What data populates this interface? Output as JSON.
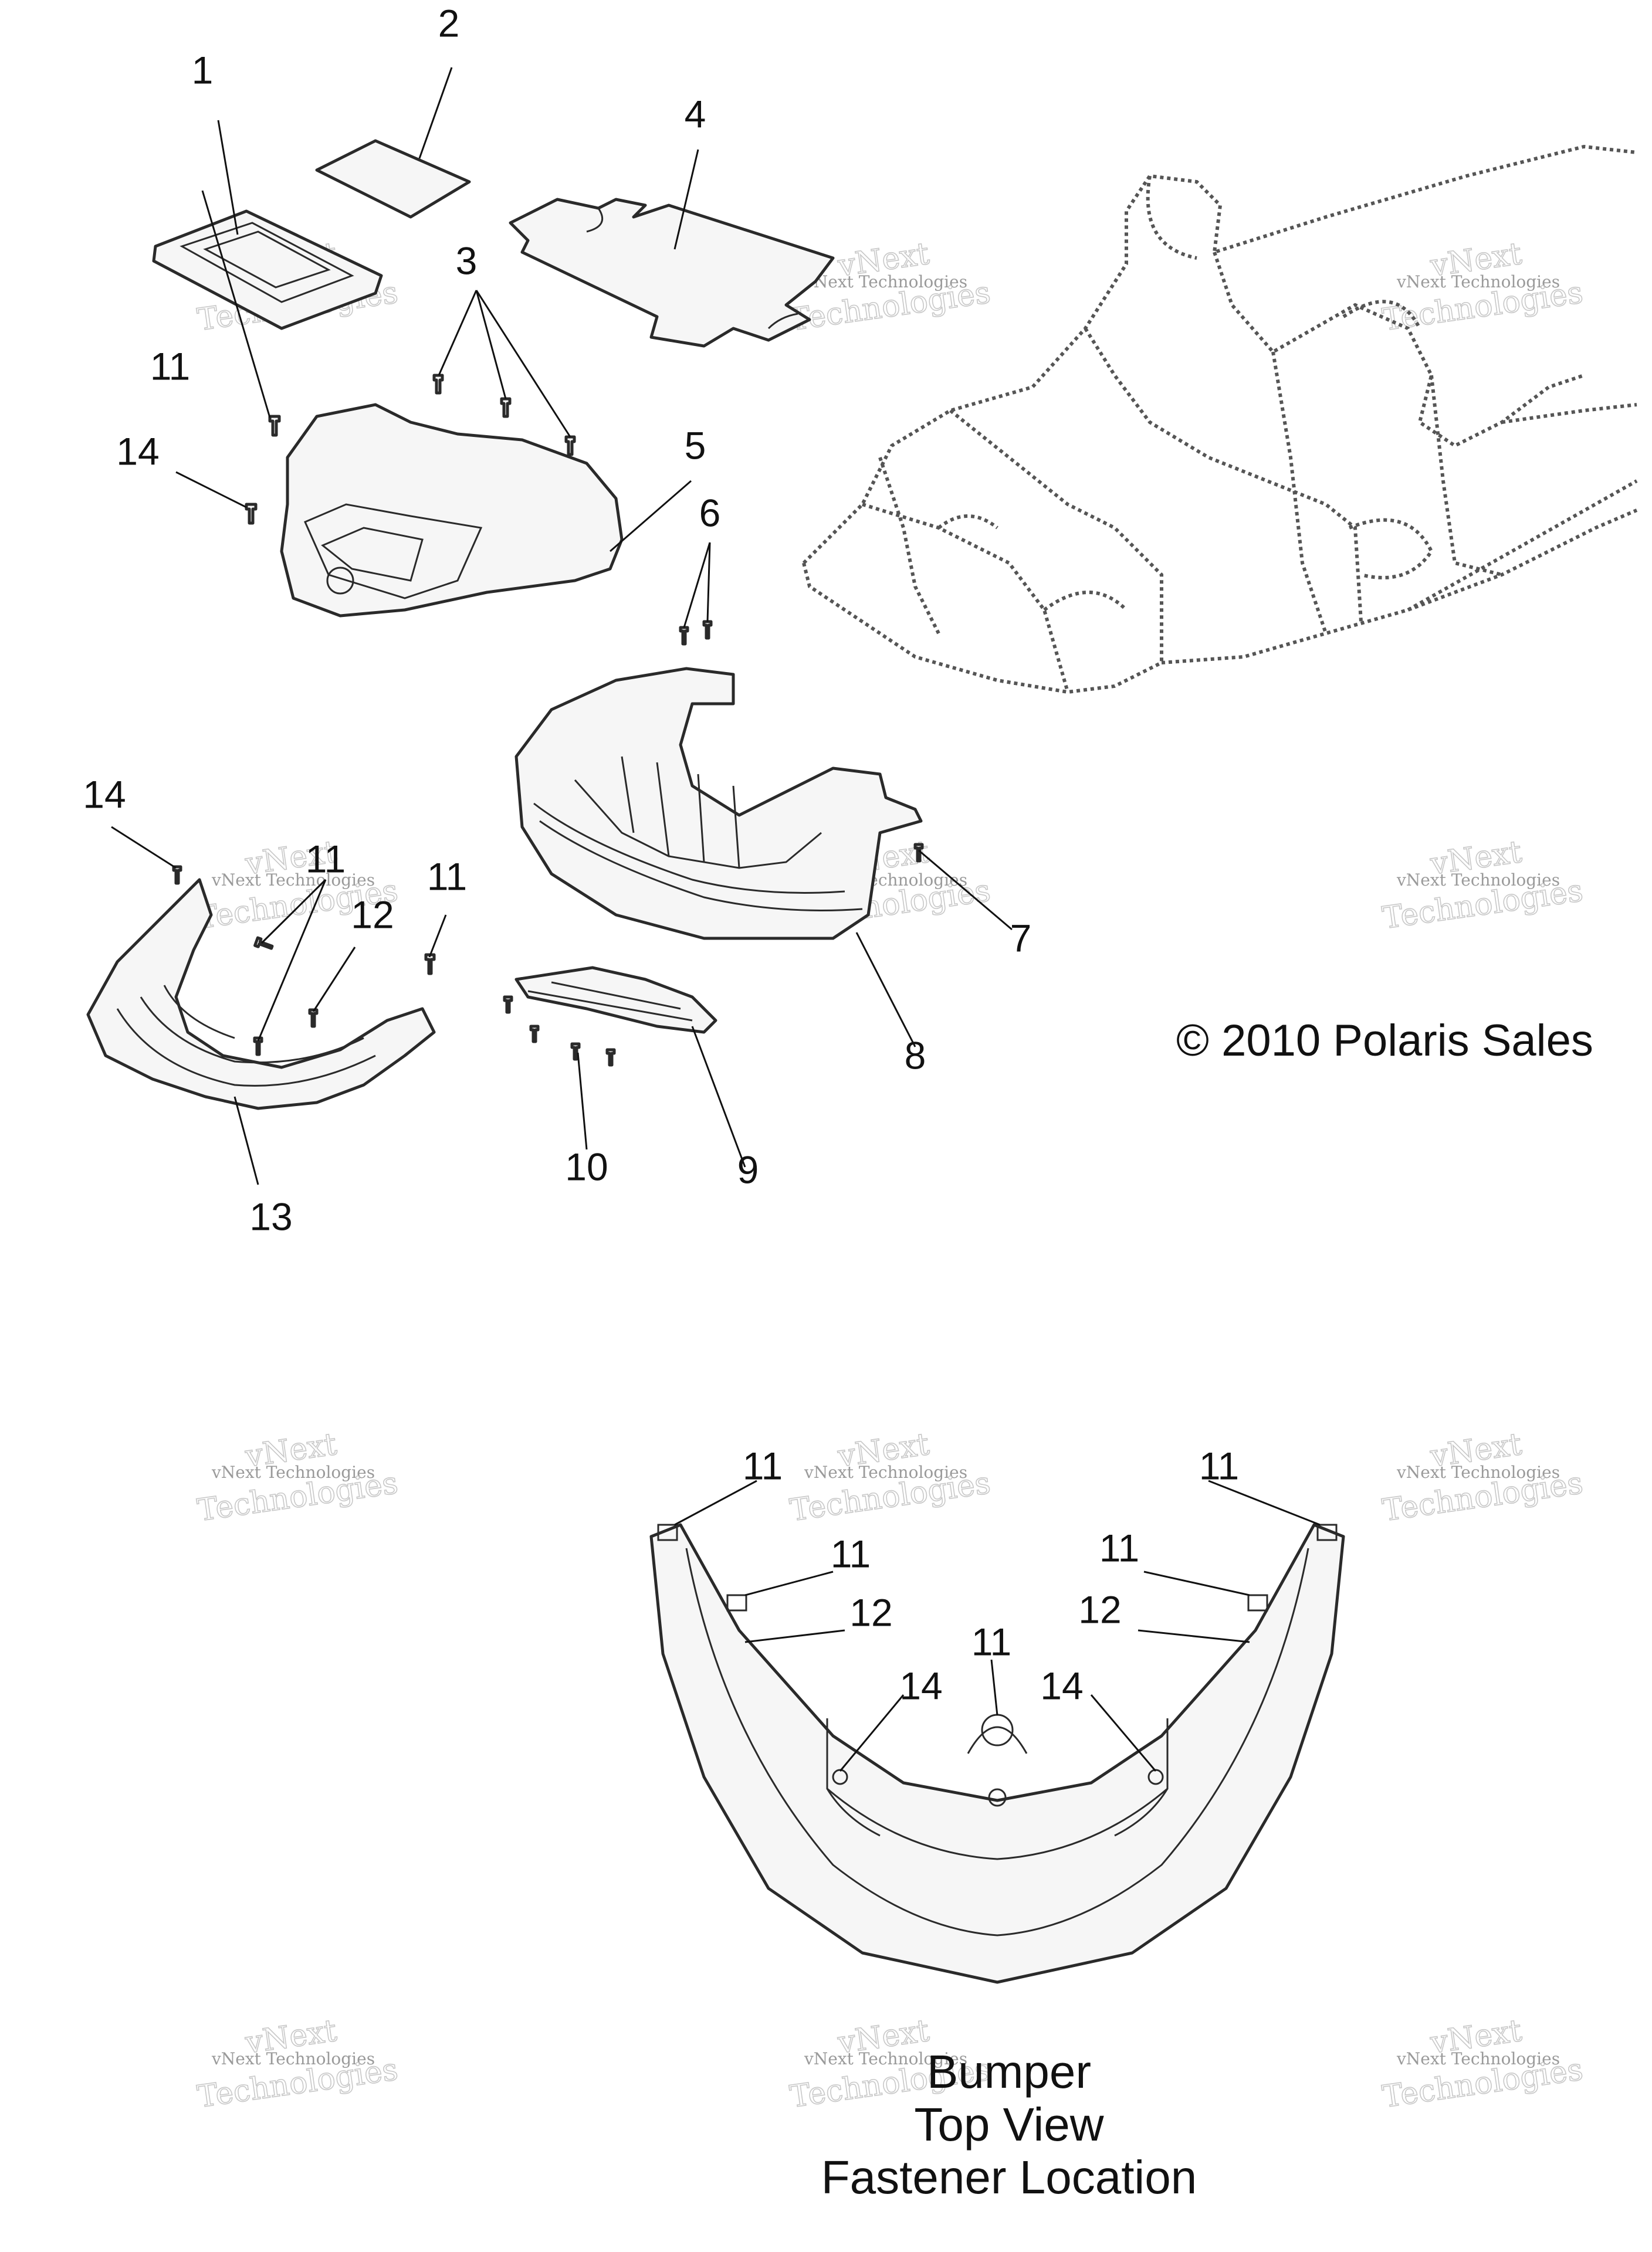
{
  "callouts": {
    "c1": "1",
    "c2": "2",
    "c3": "3",
    "c4": "4",
    "c5": "5",
    "c6": "6",
    "c7": "7",
    "c8": "8",
    "c9": "9",
    "c10": "10",
    "c11a": "11",
    "c11b": "11",
    "c11c": "11",
    "c12a": "12",
    "c13": "13",
    "c14a": "14",
    "c14b": "14",
    "d11a": "11",
    "d11b": "11",
    "d11c": "11",
    "d11d": "11",
    "d11e": "11",
    "d12a": "12",
    "d12b": "12",
    "d14a": "14",
    "d14b": "14"
  },
  "copyright": "© 2010 Polaris Sales",
  "caption": {
    "line1": "Bumper",
    "line2": "Top View",
    "line3": "Fastener Location"
  },
  "watermark": {
    "line1": "vNext",
    "line2": "vNext Technologies",
    "line3": "Technologies"
  }
}
